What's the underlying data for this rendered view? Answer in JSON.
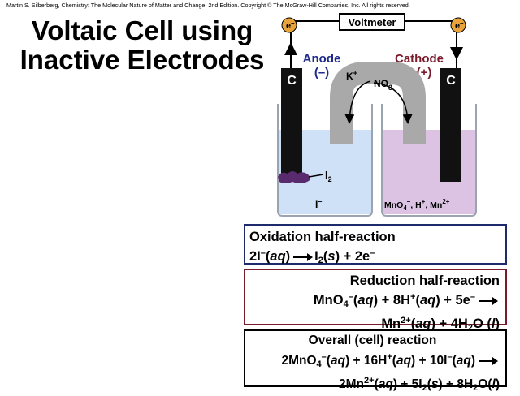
{
  "copyright": "Martin S. Silberberg, Chemistry: The Molecular Nature of Matter and Change, 2nd Edition.  Copyright © The McGraw-Hill Companies, Inc. All rights reserved.",
  "title": {
    "line1": "Voltaic Cell using",
    "line2": "Inactive Electrodes"
  },
  "diagram": {
    "voltmeter": "Voltmeter",
    "electron": "e",
    "electron_sign": "–",
    "anode_label": "Anode",
    "anode_sign": "(–)",
    "cathode_label": "Cathode",
    "cathode_sign": "(+)",
    "electrode_left": "C",
    "electrode_right": "C",
    "salt_bridge_cation": "K",
    "salt_bridge_cation_charge": "+",
    "salt_bridge_anion": "NO",
    "salt_bridge_anion_sub": "3",
    "salt_bridge_anion_charge": "–",
    "anode_product": "I",
    "anode_product_sub": "2",
    "anode_solution": "I",
    "anode_solution_charge": "–",
    "cathode_solution": "MnO",
    "cathode_solution_sub": "4",
    "cathode_solution_rest": ", H",
    "cathode_solution_rest2": ", Mn",
    "cathode_solution_charge3": "2+",
    "colors": {
      "anode_blue": "#1e2a8a",
      "cathode_red": "#7a1b2b",
      "anode_solution": "#cfe1f7",
      "cathode_solution": "#dcc3e3",
      "electrode": "#111111",
      "salt_bridge": "#a9a9a9"
    }
  },
  "oxidation": {
    "title": "Oxidation half-reaction",
    "lhs_species": "2I",
    "lhs_charge": "–",
    "lhs_state": "aq",
    "rhs_species": "I",
    "rhs_sub": "2",
    "rhs_state": "s",
    "rhs_rest": " + 2e",
    "rhs_charge": "–"
  },
  "reduction": {
    "title": "Reduction half-reaction",
    "line1": {
      "a": "MnO",
      "a_sub": "4",
      "a_charge": "–",
      "a_state": "aq",
      "b": " + 8H",
      "b_charge": "+",
      "b_state": "aq",
      "c": " + 5e",
      "c_charge": "–"
    },
    "line2": {
      "a": "Mn",
      "a_charge": "2+",
      "a_state": "aq",
      "b": " + 4H",
      "b_sub": "2",
      "b_rest": "O (",
      "b_state": "l",
      "b_close": ")"
    }
  },
  "overall": {
    "title": "Overall (cell) reaction",
    "line1": {
      "a": "2MnO",
      "a_sub": "4",
      "a_charge": "–",
      "a_state": "aq",
      "b": " + 16H",
      "b_charge": "+",
      "b_state": "aq",
      "c": " + 10I",
      "c_charge": "–",
      "c_state": "aq"
    },
    "line2": {
      "a": "2Mn",
      "a_charge": "2+",
      "a_state": "aq",
      "b": " + 5I",
      "b_sub": "2",
      "b_state": "s",
      "c": " + 8H",
      "c_sub": "2",
      "c_rest": "O(",
      "c_state": "l",
      "c_close": ")"
    }
  }
}
